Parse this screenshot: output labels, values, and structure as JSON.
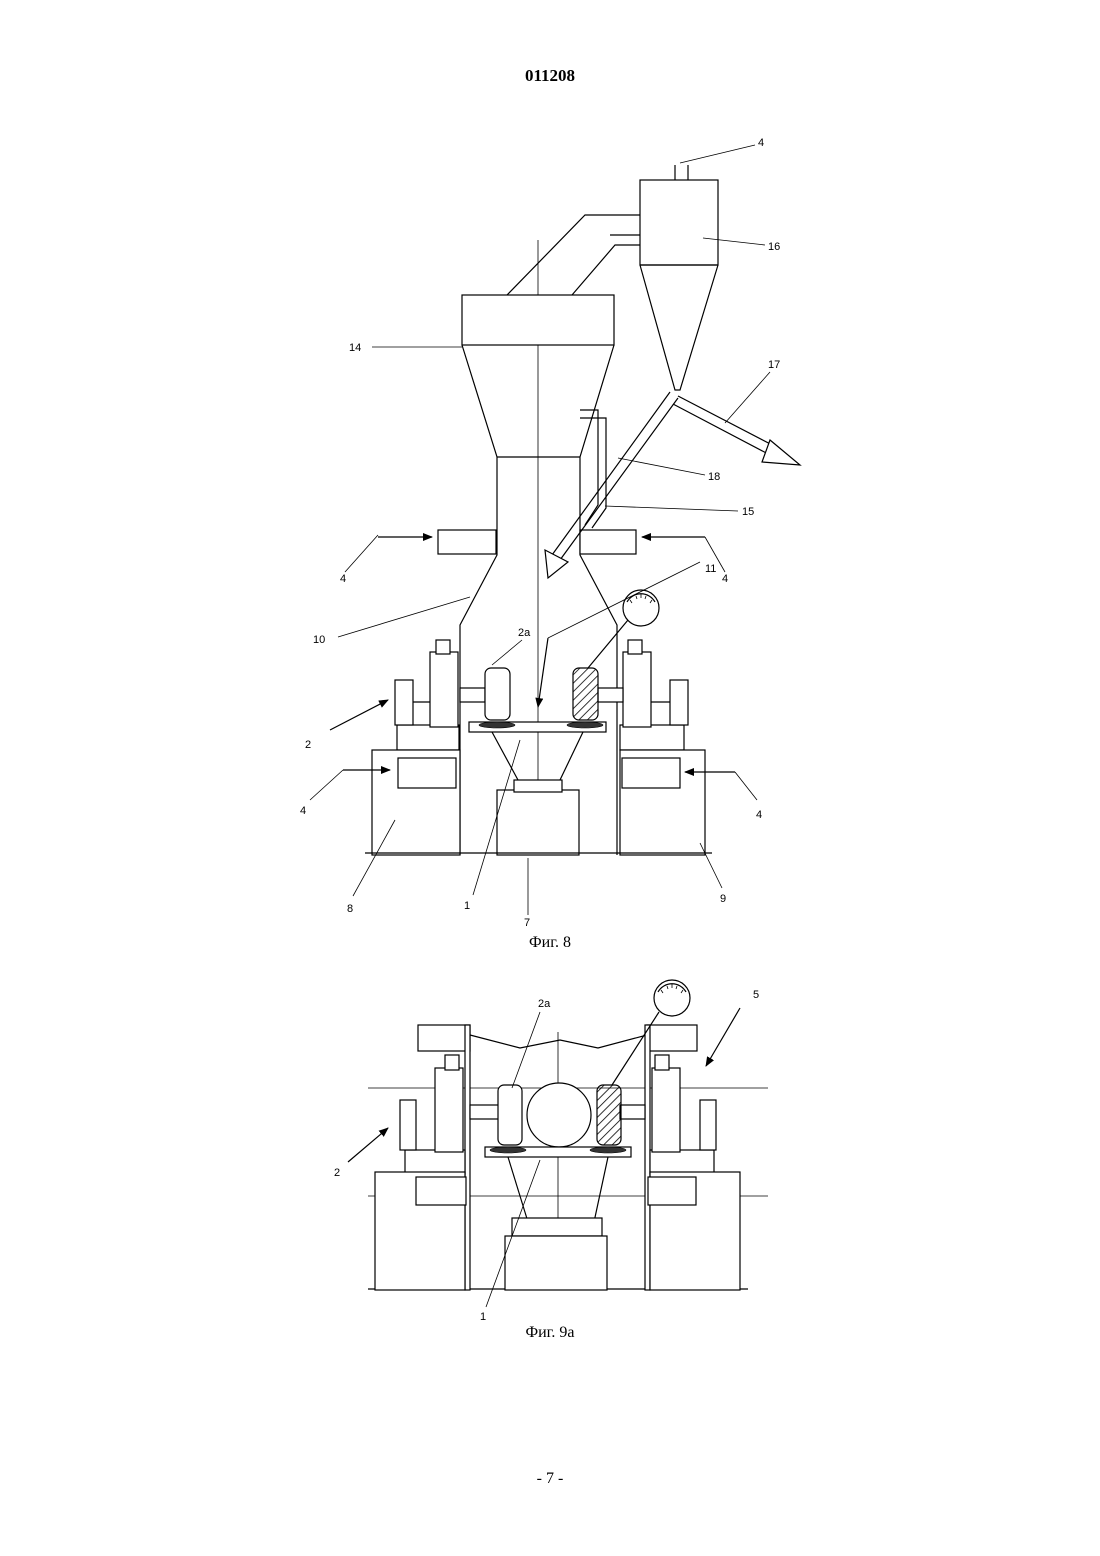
{
  "header": {
    "doc_number": "011208"
  },
  "figure8": {
    "caption": "Фиг. 8",
    "labels": {
      "l4_top": "4",
      "l16": "16",
      "l14": "14",
      "l17": "17",
      "l18": "18",
      "l15": "15",
      "l4_left": "4",
      "l4_right": "4",
      "l11": "11",
      "l10": "10",
      "l2a": "2a",
      "l2": "2",
      "l4_lower_left": "4",
      "l4_lower_right": "4",
      "l8": "8",
      "l1": "1",
      "l7": "7",
      "l9": "9"
    }
  },
  "figure9a": {
    "caption": "Фиг. 9a",
    "labels": {
      "l2a": "2a",
      "l5": "5",
      "l2": "2",
      "l1": "1"
    }
  },
  "footer": {
    "page_number": "- 7 -"
  }
}
